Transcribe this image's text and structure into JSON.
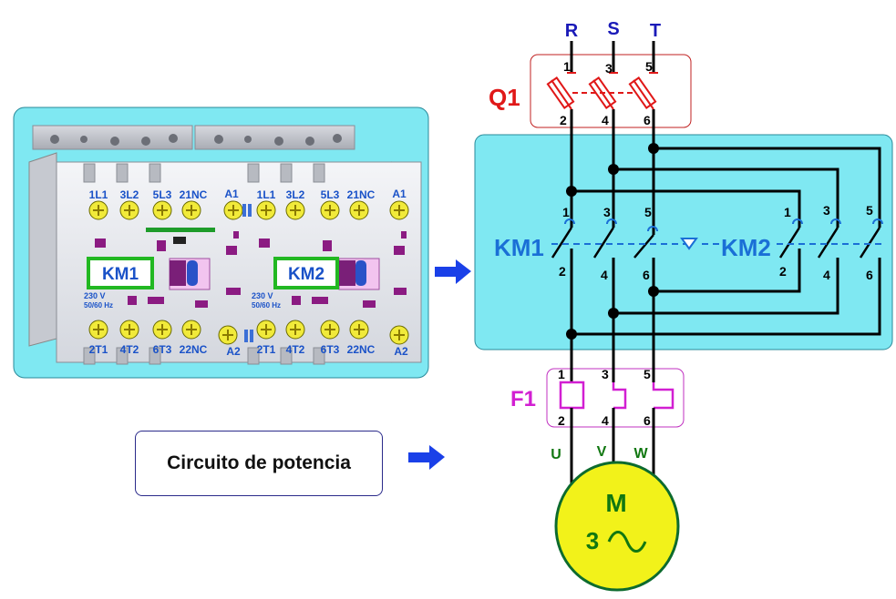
{
  "caption": "Circuito de potencia",
  "supply": {
    "phases": [
      "R",
      "S",
      "T"
    ]
  },
  "breaker": {
    "label": "Q1",
    "top_terminals": [
      "1",
      "3",
      "5"
    ],
    "bottom_terminals": [
      "2",
      "4",
      "6"
    ]
  },
  "contactors": {
    "km1": {
      "label": "KM1",
      "top_terminals": [
        "1",
        "3",
        "5"
      ],
      "bottom_terminals": [
        "2",
        "4",
        "6"
      ]
    },
    "km2": {
      "label": "KM2",
      "top_terminals": [
        "1",
        "3",
        "5"
      ],
      "bottom_terminals": [
        "2",
        "4",
        "6"
      ]
    }
  },
  "relay": {
    "label": "F1",
    "top_terminals": [
      "1",
      "3",
      "5"
    ],
    "bottom_terminals": [
      "2",
      "4",
      "6"
    ]
  },
  "motor": {
    "phases": [
      "U",
      "V",
      "W"
    ],
    "letter": "M",
    "count": "3",
    "ac_symbol": "∿"
  },
  "device_photo": {
    "top_row": [
      "1L1",
      "3L2",
      "5L3",
      "21NC",
      "A1",
      "1L1",
      "3L2",
      "5L3",
      "21NC",
      "A1"
    ],
    "bottom_row": [
      "2T1",
      "4T2",
      "6T3",
      "22NC",
      "A2",
      "2T1",
      "4T2",
      "6T3",
      "22NC",
      "A2"
    ],
    "units": [
      {
        "label": "KM1",
        "rating": "230 V",
        "freq": "50/60 Hz"
      },
      {
        "label": "KM2",
        "rating": "230 V",
        "freq": "50/60 Hz"
      }
    ]
  },
  "colors": {
    "panel": "#7fe8f2",
    "breaker": "#e01818",
    "contactor_label": "#1a6fd6",
    "relay": "#d21fd2",
    "phase_label": "#1a1ab8",
    "motor_fill": "#f2f21a",
    "motor_label": "#117711",
    "arrow": "#1a40e8"
  }
}
